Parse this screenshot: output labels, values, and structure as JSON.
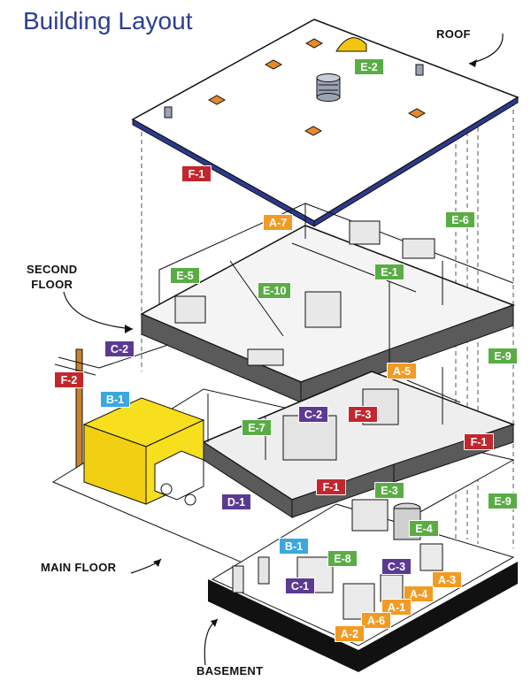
{
  "title": "Building Layout",
  "floors": {
    "roof": "ROOF",
    "second_line1": "SECOND",
    "second_line2": "FLOOR",
    "main": "MAIN FLOOR",
    "basement": "BASEMENT"
  },
  "colors": {
    "green": "#5aac45",
    "orange": "#f29b24",
    "red": "#c1272d",
    "blue": "#3aa8e0",
    "purple": "#5b3a93",
    "roof_edge": "#2b3a8f",
    "garage": "#f7df1e",
    "floor_dark": "#5a5a5a"
  },
  "tags": [
    {
      "id": "e2",
      "label": "E-2",
      "color": "green"
    },
    {
      "id": "f1-roof",
      "label": "F-1",
      "color": "red"
    },
    {
      "id": "a7",
      "label": "A-7",
      "color": "orange"
    },
    {
      "id": "e6",
      "label": "E-6",
      "color": "green"
    },
    {
      "id": "e1",
      "label": "E-1",
      "color": "green"
    },
    {
      "id": "e5",
      "label": "E-5",
      "color": "green"
    },
    {
      "id": "e10",
      "label": "E-10",
      "color": "green"
    },
    {
      "id": "c2-second",
      "label": "C-2",
      "color": "purple"
    },
    {
      "id": "f2",
      "label": "F-2",
      "color": "red"
    },
    {
      "id": "e9-upper",
      "label": "E-9",
      "color": "green"
    },
    {
      "id": "a5",
      "label": "A-5",
      "color": "orange"
    },
    {
      "id": "b1-main",
      "label": "B-1",
      "color": "blue"
    },
    {
      "id": "c2-main",
      "label": "C-2",
      "color": "purple"
    },
    {
      "id": "f3",
      "label": "F-3",
      "color": "red"
    },
    {
      "id": "e7",
      "label": "E-7",
      "color": "green"
    },
    {
      "id": "f1-main",
      "label": "F-1",
      "color": "red"
    },
    {
      "id": "f1-lower",
      "label": "F-1",
      "color": "red"
    },
    {
      "id": "d1",
      "label": "D-1",
      "color": "purple"
    },
    {
      "id": "e3",
      "label": "E-3",
      "color": "green"
    },
    {
      "id": "e9-lower",
      "label": "E-9",
      "color": "green"
    },
    {
      "id": "e4",
      "label": "E-4",
      "color": "green"
    },
    {
      "id": "b1-base",
      "label": "B-1",
      "color": "blue"
    },
    {
      "id": "e8",
      "label": "E-8",
      "color": "green"
    },
    {
      "id": "c3",
      "label": "C-3",
      "color": "purple"
    },
    {
      "id": "c1",
      "label": "C-1",
      "color": "purple"
    },
    {
      "id": "a3",
      "label": "A-3",
      "color": "orange"
    },
    {
      "id": "a4",
      "label": "A-4",
      "color": "orange"
    },
    {
      "id": "a1",
      "label": "A-1",
      "color": "orange"
    },
    {
      "id": "a6",
      "label": "A-6",
      "color": "orange"
    },
    {
      "id": "a2",
      "label": "A-2",
      "color": "orange"
    }
  ]
}
